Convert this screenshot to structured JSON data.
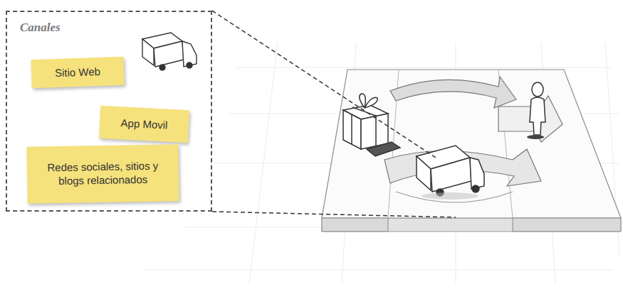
{
  "diagram": {
    "nodes": [
      {
        "text": [
          "Canales"
        ]
      },
      {
        "text": [
          "Sitio Web"
        ],
        "in": 0
      },
      {
        "text": [
          "App Movil"
        ],
        "in": 0
      },
      {
        "text": [
          "Redes sociales, sitios y blogs relacionados"
        ],
        "in": 0
      }
    ]
  }
}
